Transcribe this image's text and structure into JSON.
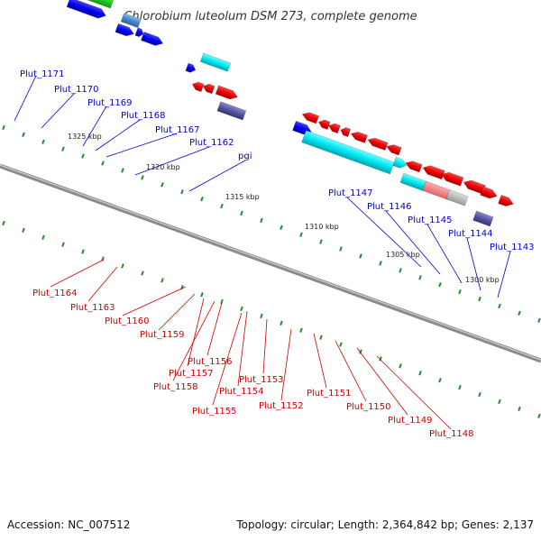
{
  "title": "Chlorobium luteolum DSM 273, complete genome",
  "accession": "Accession: NC_007512",
  "summary": "Topology: circular; Length: 2,364,842 bp; Genes: 2,137",
  "colors": {
    "blue_label": "#0000cc",
    "red_label": "#cc0000",
    "tick_mark": "#228822",
    "backbone": "#999999"
  },
  "kbp_ticks": [
    "1325 kbp",
    "1320 kbp",
    "1315 kbp",
    "1310 kbp",
    "1305 kbp",
    "1300 kbp"
  ],
  "upper_labels": [
    "Plut_1171",
    "Plut_1170",
    "Plut_1169",
    "Plut_1168",
    "Plut_1167",
    "Plut_1162",
    "pgi",
    "Plut_1147",
    "Plut_1146",
    "Plut_1145",
    "Plut_1144",
    "Plut_1143"
  ],
  "lower_labels": [
    "Plut_1164",
    "Plut_1163",
    "Plut_1160",
    "Plut_1159",
    "Plut_1156",
    "Plut_1157",
    "Plut_1158",
    "Plut_1153",
    "Plut_1154",
    "Plut_1155",
    "Plut_1152",
    "Plut_1151",
    "Plut_1150",
    "Plut_1149",
    "Plut_1148"
  ]
}
